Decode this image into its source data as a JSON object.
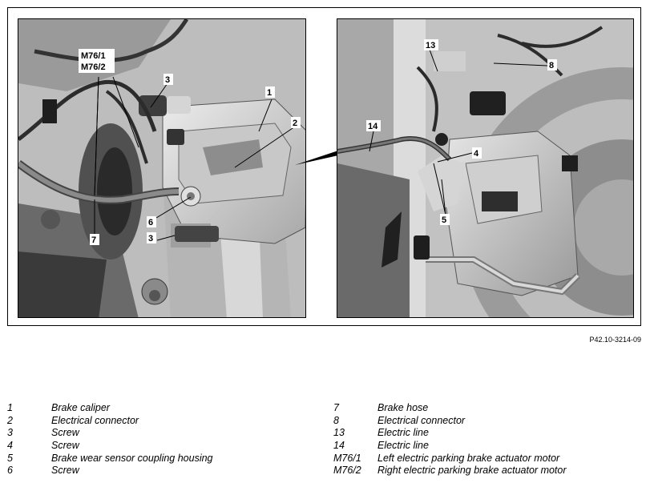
{
  "figure": {
    "reference": "P42.10-3214-09",
    "callouts_left": [
      "1",
      "2",
      "3",
      "3",
      "6",
      "7",
      "M76/1",
      "M76/2"
    ],
    "callouts_right": [
      "13",
      "8",
      "14",
      "4",
      "5"
    ]
  },
  "legend": {
    "left": [
      {
        "num": "1",
        "desc": "Brake caliper"
      },
      {
        "num": "2",
        "desc": "Electrical connector"
      },
      {
        "num": "3",
        "desc": "Screw"
      },
      {
        "num": "4",
        "desc": "Screw"
      },
      {
        "num": "5",
        "desc": "Brake wear sensor coupling housing"
      },
      {
        "num": "6",
        "desc": "Screw"
      }
    ],
    "right": [
      {
        "num": "7",
        "desc": "Brake hose"
      },
      {
        "num": "8",
        "desc": "Electrical connector"
      },
      {
        "num": "13",
        "desc": "Electric line"
      },
      {
        "num": "14",
        "desc": "Electric line"
      },
      {
        "num": "M76/1",
        "desc": "Left electric parking brake actuator motor"
      },
      {
        "num": "M76/2",
        "desc": "Right electric parking brake actuator motor"
      }
    ]
  }
}
